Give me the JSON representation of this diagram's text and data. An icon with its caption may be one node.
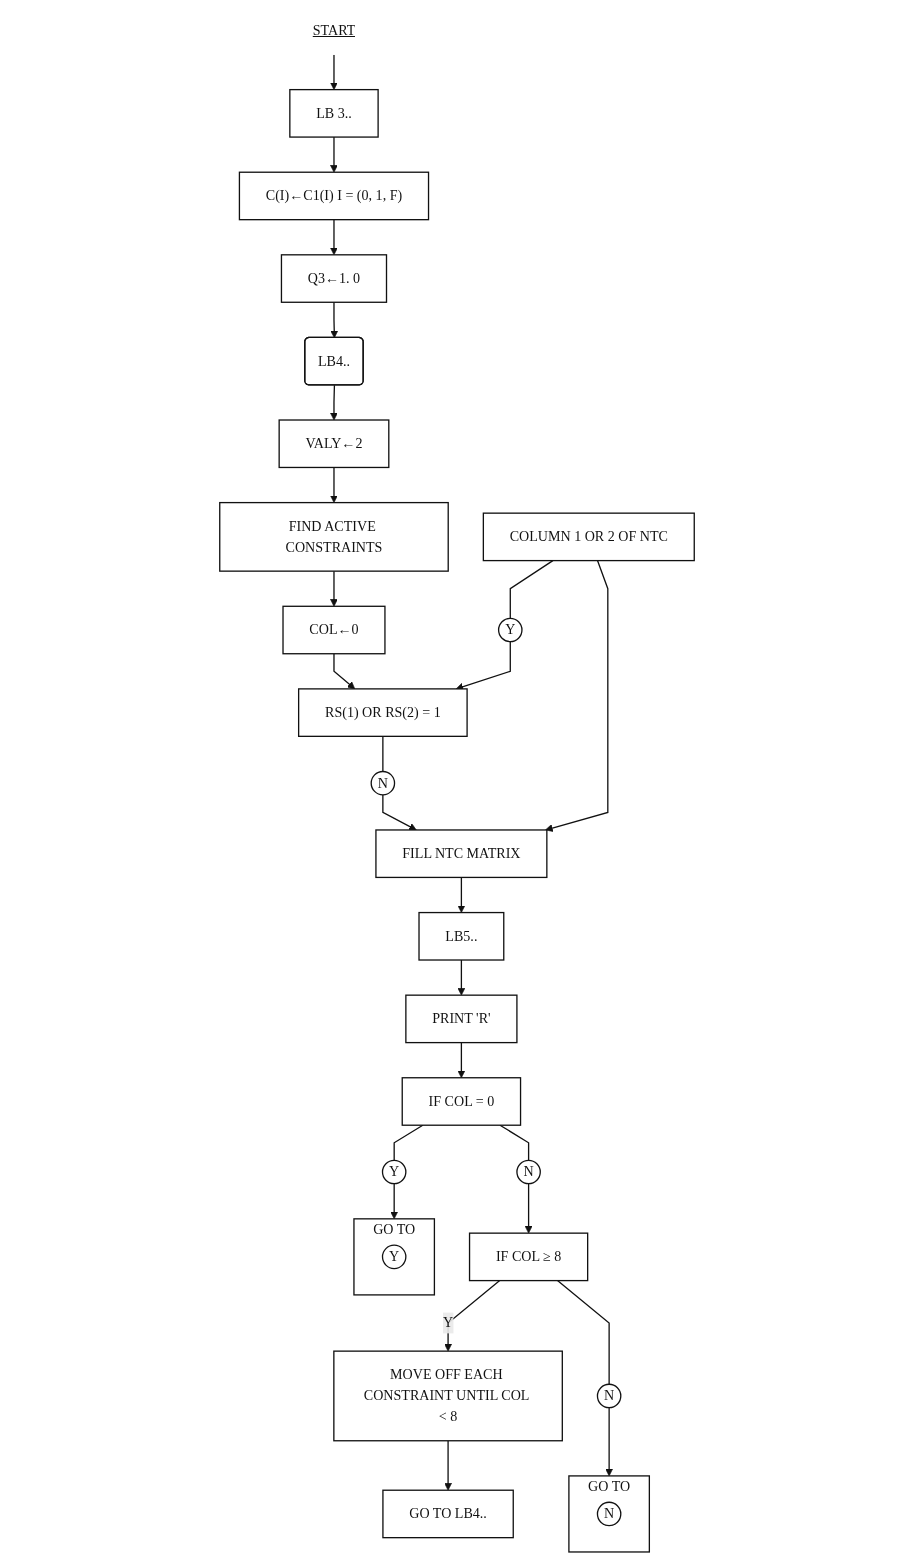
{
  "diagram": {
    "nodes": [
      {
        "text": [
          "START"
        ]
      },
      {
        "text": [
          "LB 3.."
        ]
      },
      {
        "text": [
          "C(I)←C1(I) I = (0, 1, F)"
        ]
      },
      {
        "text": [
          "Q3←1. 0"
        ]
      },
      {
        "text": [
          "LB4.."
        ]
      },
      {
        "text": [
          "VALY←2"
        ]
      },
      {
        "text": [
          "FIND ACTIVE CONSTRAINTS"
        ]
      },
      {
        "text": [
          "COL←0"
        ]
      },
      {
        "text": [
          "RS(1) OR RS(2) = 1"
        ]
      },
      {
        "text": [
          "Y"
        ]
      },
      {
        "text": [
          "N"
        ]
      },
      {
        "text": [
          "COLUMN 1 OR 2 OF NTC"
        ]
      },
      {
        "text": [
          "FILL NTC MATRIX"
        ]
      },
      {
        "text": [
          "GO TO LB4.."
        ]
      },
      {
        "text": [
          "LB5.."
        ]
      },
      {
        "text": [
          "MOVE OFF EACH CONSTRAINT UNTIL COL < 8"
        ]
      },
      {
        "text": [
          "GO TO"
        ]
      },
      {
        "text": [
          "N"
        ],
        "in": 16
      },
      {
        "text": [
          "PRINT 'R'"
        ]
      },
      {
        "text": [
          "IF COL = 0"
        ]
      },
      {
        "text": [
          "N"
        ]
      },
      {
        "text": [
          "IF COL ≥ 8"
        ]
      },
      {
        "text": [
          "N"
        ]
      },
      {
        "text": [
          "Y"
        ]
      },
      {
        "text": [
          "GO TO"
        ]
      },
      {
        "text": [
          "Y"
        ],
        "in": 24
      }
    ],
    "edges": [
      {
        "from": 0,
        "to": 1,
        "arrow": "to"
      },
      {
        "from": 1,
        "to": 2,
        "arrow": "to"
      },
      {
        "from": 2,
        "to": 3,
        "arrow": "to"
      },
      {
        "from": 3,
        "to": 4,
        "arrow": "to"
      },
      {
        "from": 4,
        "to": 5,
        "arrow": "to"
      },
      {
        "from": 5,
        "to": 6,
        "arrow": "to"
      },
      {
        "from": 6,
        "to": 7,
        "arrow": "to"
      },
      {
        "from": 7,
        "to": 8,
        "arrow": "to"
      },
      {
        "from": 8,
        "to": 10,
        "arrow": "none"
      },
      {
        "from": 10,
        "to": 12,
        "arrow": "to"
      },
      {
        "from": 9,
        "to": 8,
        "arrow": "to"
      },
      {
        "from": 11,
        "to": 9,
        "arrow": "none"
      },
      {
        "from": 11,
        "to": 12,
        "arrow": "to"
      },
      {
        "from": 12,
        "to": 14,
        "arrow": "to"
      },
      {
        "from": 14,
        "to": 18,
        "arrow": "to"
      },
      {
        "from": 18,
        "to": 19,
        "arrow": "to"
      },
      {
        "from": 19,
        "to": 20,
        "arrow": "none"
      },
      {
        "from": 20,
        "to": 21,
        "arrow": "to"
      },
      {
        "from": 21,
        "to": 15,
        "arrow": "to",
        "label": "Y"
      },
      {
        "from": 15,
        "to": 13,
        "arrow": "to"
      },
      {
        "from": 21,
        "to": 22,
        "arrow": "none"
      },
      {
        "from": 22,
        "to": 16,
        "arrow": "to"
      },
      {
        "from": 19,
        "to": 23,
        "arrow": "none"
      },
      {
        "from": 23,
        "to": 24,
        "arrow": "to"
      }
    ]
  }
}
